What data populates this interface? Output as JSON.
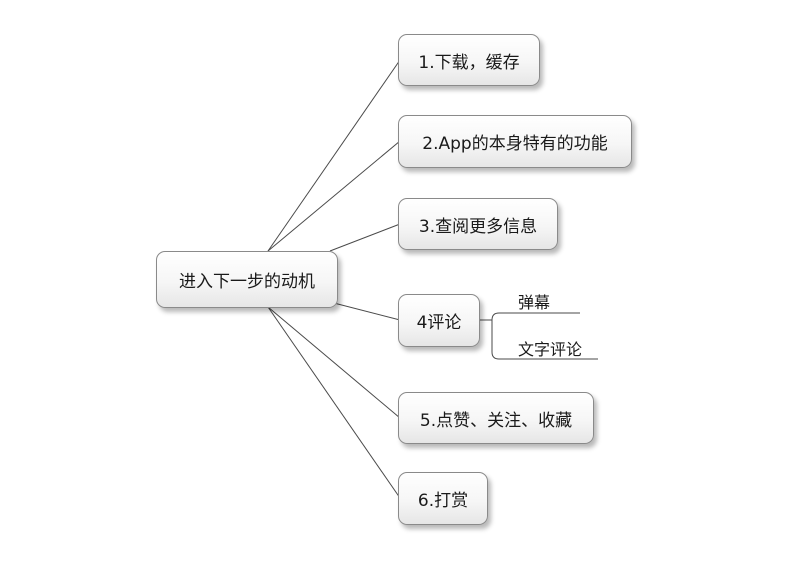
{
  "root": {
    "label": "进入下一步的动机"
  },
  "branches": [
    {
      "label": "1.下载，缓存"
    },
    {
      "label": "2.App的本身特有的功能"
    },
    {
      "label": "3.查阅更多信息"
    },
    {
      "label": "4评论",
      "children": [
        {
          "label": "弹幕"
        },
        {
          "label": "文字评论"
        }
      ]
    },
    {
      "label": "5.点赞、关注、收藏"
    },
    {
      "label": "6.打赏"
    }
  ],
  "colors": {
    "line": "#4a4a4a",
    "border": "#8a8a8a",
    "fill": "#f6f6f6"
  }
}
